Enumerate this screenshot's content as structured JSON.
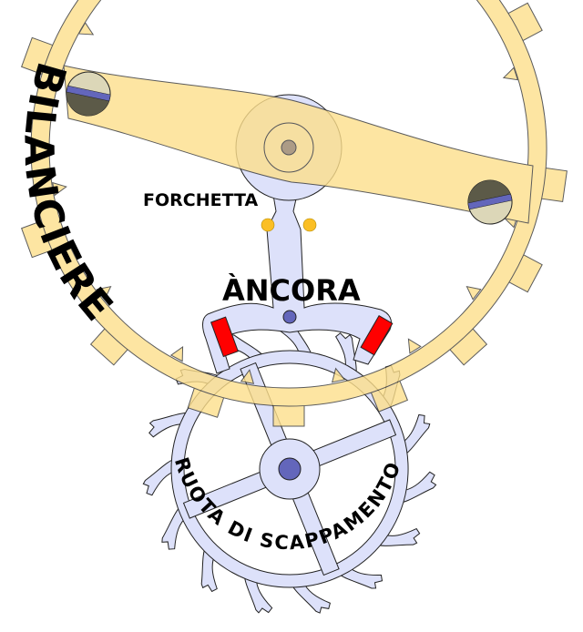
{
  "labels": {
    "balance": "BILANCIERE",
    "fork": "FORCHETTA",
    "anchor": "ÀNCORA",
    "escape_wheel": "RUOTA DI SCAPPAMENTO"
  },
  "colors": {
    "balance": "#fddf8c",
    "steel": "#dde1fa",
    "pin": "#6366bb",
    "jewel": "#ff0000",
    "banking_pin": "#fbbf24"
  },
  "escape_wheel": {
    "teeth": 15,
    "spokes": 4
  }
}
